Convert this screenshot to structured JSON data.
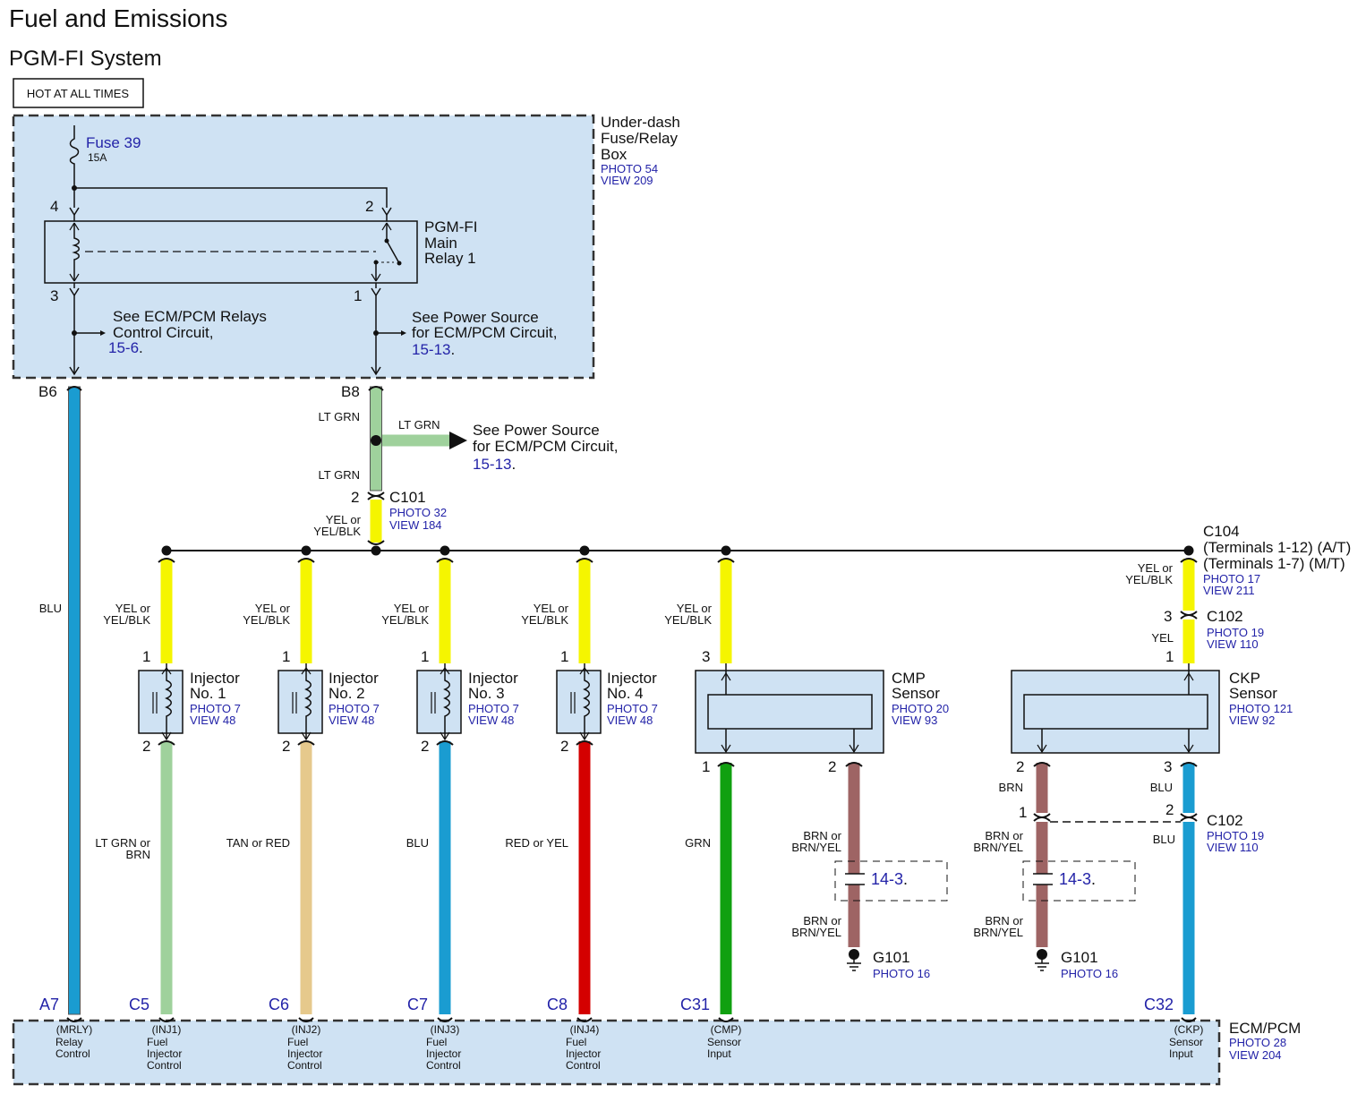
{
  "title": "Fuel and Emissions",
  "subtitle": "PGM-FI System",
  "hot_label": "HOT AT ALL TIMES",
  "fuse_box": {
    "name_lines": [
      "Under-dash",
      "Fuse/Relay",
      "Box"
    ],
    "photo": "PHOTO 54",
    "view": "VIEW 209",
    "fuse_name": "Fuse 39",
    "fuse_rating": "15A"
  },
  "relay": {
    "name_lines": [
      "PGM-FI",
      "Main",
      "Relay 1"
    ],
    "pins": [
      "4",
      "2",
      "3",
      "1"
    ]
  },
  "relay_notes": {
    "left_lines": [
      "See ECM/PCM Relays",
      "Control Circuit,"
    ],
    "left_link": "15-6",
    "right_lines": [
      "See Power Source",
      "for ECM/PCM Circuit,"
    ],
    "right_link": "15-13"
  },
  "terminals": {
    "b6": "B6",
    "b8": "B8"
  },
  "branch_note": {
    "lines": [
      "See Power Source",
      "for ECM/PCM Circuit,"
    ],
    "link": "15-13"
  },
  "wire_labels": {
    "lt_grn_upper": "LT GRN",
    "lt_grn_branch": "LT GRN",
    "lt_grn_lower": "LT GRN",
    "blu_main": "BLU",
    "yel_c101": [
      "YEL or",
      "YEL/BLK"
    ],
    "yel_drop": [
      "YEL or",
      "YEL/BLK"
    ],
    "yel_c104": [
      "YEL or",
      "YEL/BLK"
    ],
    "yel": "YEL",
    "inj1_out": [
      "LT GRN or",
      "BRN"
    ],
    "inj2_out": "TAN or RED",
    "inj3_out": "BLU",
    "inj4_out": "RED or YEL",
    "cmp_out": "GRN",
    "brn_yel": [
      "BRN or",
      "BRN/YEL"
    ],
    "brn": "BRN",
    "blu": "BLU"
  },
  "c101": {
    "name": "C101",
    "photo": "PHOTO 32",
    "view": "VIEW 184",
    "pin": "2"
  },
  "c104": {
    "name": "C104",
    "line1": "(Terminals 1-12) (A/T)",
    "line2": "(Terminals 1-7) (M/T)",
    "photo": "PHOTO 17",
    "view": "VIEW 211"
  },
  "c102": {
    "name": "C102",
    "photo": "PHOTO 19",
    "view": "VIEW 110"
  },
  "injectors": [
    {
      "name_lines": [
        "Injector",
        "No. 1"
      ],
      "photo": "PHOTO 7",
      "view": "VIEW 48"
    },
    {
      "name_lines": [
        "Injector",
        "No. 2"
      ],
      "photo": "PHOTO 7",
      "view": "VIEW 48"
    },
    {
      "name_lines": [
        "Injector",
        "No. 3"
      ],
      "photo": "PHOTO 7",
      "view": "VIEW 48"
    },
    {
      "name_lines": [
        "Injector",
        "No. 4"
      ],
      "photo": "PHOTO 7",
      "view": "VIEW 48"
    }
  ],
  "cmp": {
    "name_lines": [
      "CMP",
      "Sensor"
    ],
    "photo": "PHOTO 20",
    "view": "VIEW 93"
  },
  "ckp": {
    "name_lines": [
      "CKP",
      "Sensor"
    ],
    "photo": "PHOTO 121",
    "view": "VIEW 92"
  },
  "ground": {
    "name": "G101",
    "photo": "PHOTO 16",
    "link": "14-3"
  },
  "ecm": {
    "name": "ECM/PCM",
    "photo": "PHOTO 28",
    "view": "VIEW 204",
    "terminals": [
      {
        "pin": "A7",
        "code": "(MRLY)",
        "lines": [
          "Relay",
          "Control"
        ]
      },
      {
        "pin": "C5",
        "code": "(INJ1)",
        "lines": [
          "Fuel",
          "Injector",
          "Control"
        ]
      },
      {
        "pin": "C6",
        "code": "(INJ2)",
        "lines": [
          "Fuel",
          "Injector",
          "Control"
        ]
      },
      {
        "pin": "C7",
        "code": "(INJ3)",
        "lines": [
          "Fuel",
          "Injector",
          "Control"
        ]
      },
      {
        "pin": "C8",
        "code": "(INJ4)",
        "lines": [
          "Fuel",
          "Injector",
          "Control"
        ]
      },
      {
        "pin": "C31",
        "code": "(CMP)",
        "lines": [
          "Sensor",
          "Input"
        ]
      },
      {
        "pin": "C32",
        "code": "(CKP)",
        "lines": [
          "Sensor",
          "Input"
        ]
      }
    ]
  },
  "colors": {
    "panel_fill": "#cfe2f3",
    "ref_text": "#2323a8",
    "wire_blu": "#1a9cd1",
    "wire_lt_grn": "#9fd19c",
    "wire_yel": "#f5f500",
    "wire_tan": "#e6c98c",
    "wire_red": "#d40000",
    "wire_grn": "#10a010",
    "wire_brn": "#9e6464"
  }
}
